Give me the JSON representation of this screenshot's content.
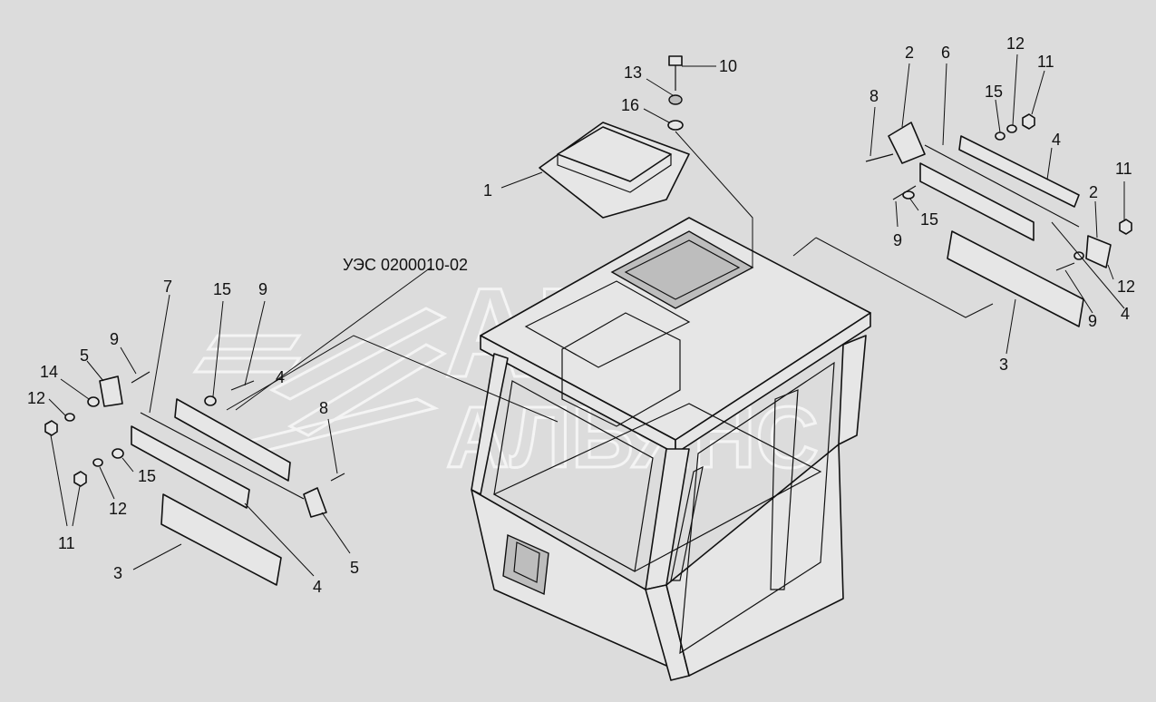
{
  "assembly_label": "УЭС 0200010-02",
  "watermark": {
    "line1": "АВТО",
    "line2": "АЛЬЯНС"
  },
  "colors": {
    "background": "#dcdcdc",
    "line": "#111111",
    "watermark": "#f4f4f4"
  },
  "callouts": [
    {
      "id": "c-10",
      "text": "10"
    },
    {
      "id": "c-13",
      "text": "13"
    },
    {
      "id": "c-16",
      "text": "16"
    },
    {
      "id": "c-1",
      "text": "1"
    },
    {
      "id": "c-2a",
      "text": "2"
    },
    {
      "id": "c-6",
      "text": "6"
    },
    {
      "id": "c-12a",
      "text": "12"
    },
    {
      "id": "c-11a",
      "text": "11"
    },
    {
      "id": "c-8a",
      "text": "8"
    },
    {
      "id": "c-15a",
      "text": "15"
    },
    {
      "id": "c-4a",
      "text": "4"
    },
    {
      "id": "c-15b",
      "text": "15"
    },
    {
      "id": "c-9a",
      "text": "9"
    },
    {
      "id": "c-11b",
      "text": "11"
    },
    {
      "id": "c-2b",
      "text": "2"
    },
    {
      "id": "c-12b",
      "text": "12"
    },
    {
      "id": "c-9b",
      "text": "9"
    },
    {
      "id": "c-4b",
      "text": "4"
    },
    {
      "id": "c-3a",
      "text": "3"
    },
    {
      "id": "c-7",
      "text": "7"
    },
    {
      "id": "c-15c",
      "text": "15"
    },
    {
      "id": "c-9c",
      "text": "9"
    },
    {
      "id": "c-9d",
      "text": "9"
    },
    {
      "id": "c-5a",
      "text": "5"
    },
    {
      "id": "c-14",
      "text": "14"
    },
    {
      "id": "c-12c",
      "text": "12"
    },
    {
      "id": "c-4c",
      "text": "4"
    },
    {
      "id": "c-8b",
      "text": "8"
    },
    {
      "id": "c-15d",
      "text": "15"
    },
    {
      "id": "c-12d",
      "text": "12"
    },
    {
      "id": "c-11c",
      "text": "11"
    },
    {
      "id": "c-3b",
      "text": "3"
    },
    {
      "id": "c-4d",
      "text": "4"
    },
    {
      "id": "c-5b",
      "text": "5"
    }
  ]
}
